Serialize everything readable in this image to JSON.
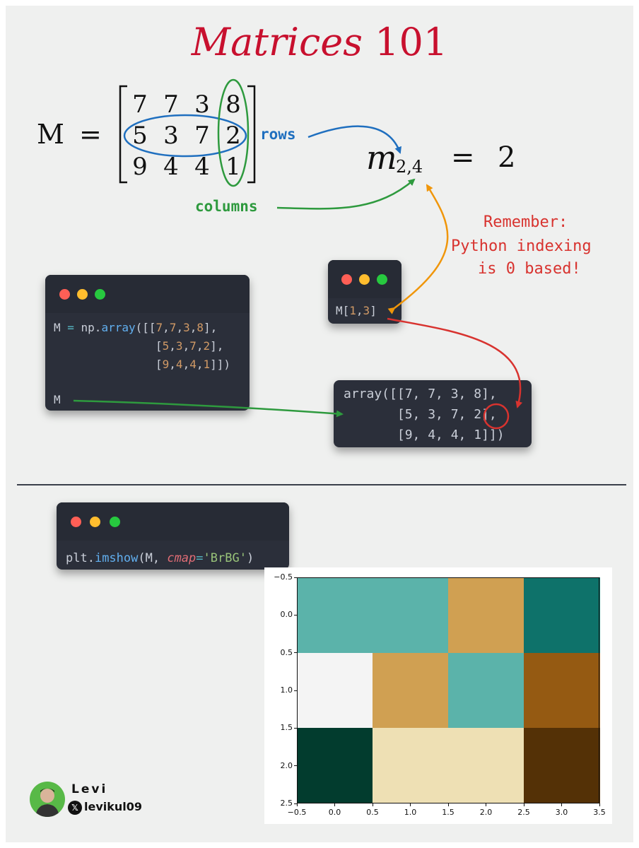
{
  "title": {
    "italic": "Matrices",
    "number": "101"
  },
  "equation": {
    "lhs": "M",
    "eq": "=",
    "matrix": [
      [
        "7",
        "7",
        "3",
        "8"
      ],
      [
        "5",
        "3",
        "7",
        "2"
      ],
      [
        "9",
        "4",
        "4",
        "1"
      ]
    ],
    "element_base": "m",
    "element_sub": "2,4",
    "element_eq": "=",
    "element_value": "2"
  },
  "labels": {
    "rows": "rows",
    "columns": "columns",
    "remember_1": "Remember:",
    "remember_2": "Python indexing",
    "remember_3": "is 0 based!"
  },
  "code_array": {
    "line1_a": "M ",
    "line1_b": "=",
    "line1_c": " np.",
    "line1_d": "array",
    "line1_e": "([[",
    "line1_nums": [
      "7",
      "7",
      "3",
      "8"
    ],
    "line2_nums": [
      "5",
      "3",
      "7",
      "2"
    ],
    "line3_nums": [
      "9",
      "4",
      "4",
      "1"
    ],
    "line4": "M"
  },
  "code_index": {
    "m": "M[",
    "i": "1",
    "comma": ",",
    "j": "3",
    "close": "]"
  },
  "output": {
    "line1": "array([[7, 7, 3, 8],",
    "line2": "       [5, 3, 7, 2],",
    "line3": "       [9, 4, 4, 1]])"
  },
  "code_plot": {
    "obj": "plt.",
    "fn": "imshow",
    "open": "(M, ",
    "kw": "cmap",
    "eq": "=",
    "str": "'BrBG'",
    "close": ")"
  },
  "chart_data": {
    "type": "heatmap",
    "colormap": "BrBG",
    "values": [
      [
        7,
        7,
        3,
        8
      ],
      [
        5,
        3,
        7,
        2
      ],
      [
        9,
        4,
        4,
        1
      ]
    ],
    "colors": [
      [
        "#5bb3aa",
        "#5bb3aa",
        "#d0a052",
        "#0e726a"
      ],
      [
        "#f4f4f4",
        "#d0a052",
        "#5bb3aa",
        "#955a12"
      ],
      [
        "#023c2e",
        "#eee0b4",
        "#eee0b4",
        "#543106"
      ]
    ],
    "xticks": [
      "−0.5",
      "0.0",
      "0.5",
      "1.0",
      "1.5",
      "2.0",
      "2.5",
      "3.0",
      "3.5"
    ],
    "yticks": [
      "−0.5",
      "0.0",
      "0.5",
      "1.0",
      "1.5",
      "2.0",
      "2.5"
    ],
    "xlim": [
      -0.5,
      3.5
    ],
    "ylim": [
      2.5,
      -0.5
    ]
  },
  "brand": {
    "name": "Levi",
    "handle": "levikul09",
    "x_icon": "𝕏"
  },
  "colors": {
    "title_red": "#c8102e",
    "rows_blue": "#1f6fbf",
    "columns_green": "#2e9a3e",
    "orange": "#f0960a",
    "red": "#d8332f"
  }
}
